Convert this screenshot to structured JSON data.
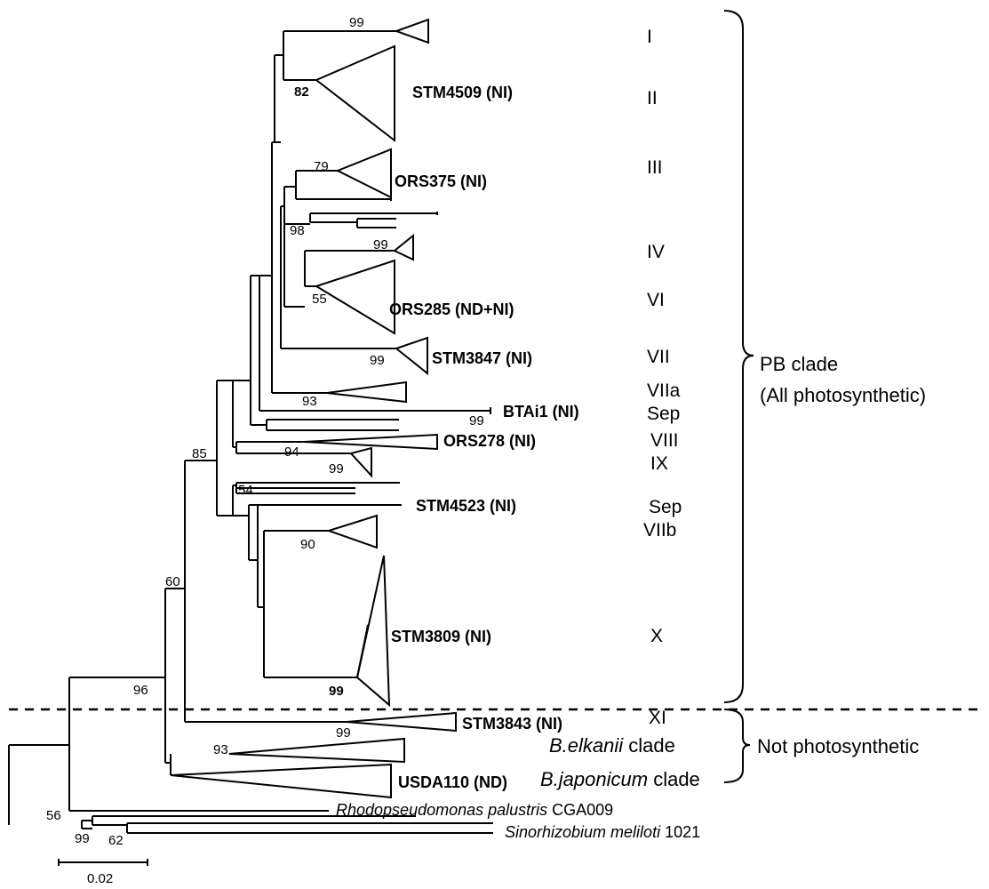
{
  "strains": {
    "stm4509": "STM4509 (NI)",
    "ors375": "ORS375 (NI)",
    "ors285": "ORS285 (ND+NI)",
    "stm3847": "STM3847 (NI)",
    "btai1": "BTAi1 (NI)",
    "ors278": "ORS278 (NI)",
    "stm4523": "STM4523 (NI)",
    "stm3809": "STM3809 (NI)",
    "stm3843": "STM3843 (NI)",
    "usda110": "USDA110 (ND)"
  },
  "taxa": {
    "elkanii_italic": "B.elkanii",
    "elkanii_rest": " clade",
    "japonicum_italic": "B.japonicum",
    "japonicum_rest": " clade",
    "rhodo_italic": "Rhodopseudomonas palustris",
    "rhodo_rest": " CGA009",
    "sino_italic": "Sinorhizobium  meliloti",
    "sino_rest": " 1021"
  },
  "groups": {
    "I": "I",
    "II": "II",
    "III": "III",
    "IV": "IV",
    "VI": "VI",
    "VII": "VII",
    "VIIa": "VIIa",
    "Sep1": "Sep",
    "VIII": "VIII",
    "IX": "IX",
    "Sep2": "Sep",
    "VIIb": "VIIb",
    "X": "X",
    "XI": "XI"
  },
  "bootstrap": {
    "n99_I": "99",
    "n82": "82",
    "n79": "79",
    "n98": "98",
    "n99_IV": "99",
    "n55": "55",
    "n99_VII": "99",
    "n93_VIIa": "93",
    "n99_btai": "99",
    "n94": "94",
    "n99_IX": "99",
    "n85": "85",
    "n54": "54",
    "n90": "90",
    "n60": "60",
    "n99_X": "99",
    "n96": "96",
    "n93_elk": "93",
    "n99_elk": "99",
    "n56": "56",
    "n99_root": "99",
    "n62": "62"
  },
  "clades": {
    "pb_line1": "PB clade",
    "pb_line2": "(All photosynthetic)",
    "not_photo": "Not photosynthetic"
  },
  "scale": {
    "label": "0.02"
  }
}
